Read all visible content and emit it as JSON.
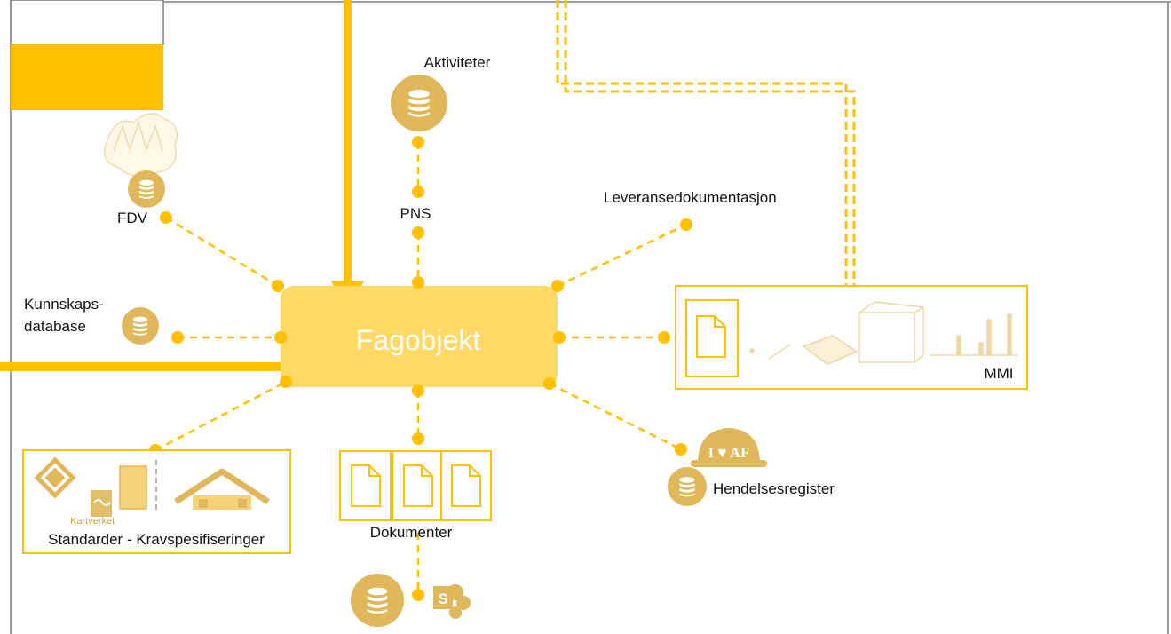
{
  "colors": {
    "accent": "#FFC000",
    "node_fill": "#FFD966",
    "db_fill": "#E0B75A",
    "frame_line": "#7F7F7F"
  },
  "center": {
    "label": "Fagobjekt"
  },
  "nodes": {
    "aktiviteter": "Aktiviteter",
    "pns": "PNS",
    "fdv": "FDV",
    "kunnskaps_line1": "Kunnskaps-",
    "kunnskaps_line2": "database",
    "leveranse": "Leveransedokumentasjon",
    "mmi": "MMI",
    "dokumenter": "Dokumenter",
    "hendelses": "Hendelsesregister",
    "standarder": "Standarder - Kravspesifiseringer",
    "kartverket": "Kartverket",
    "helmet_text": "I ♥ AF",
    "sharepoint_letter": "S"
  },
  "icons": [
    "database-icon",
    "document-icon",
    "house-icon",
    "helmet-icon",
    "sharepoint-icon",
    "network-logo-icon",
    "map-illustration-icon",
    "geometry-icon"
  ]
}
